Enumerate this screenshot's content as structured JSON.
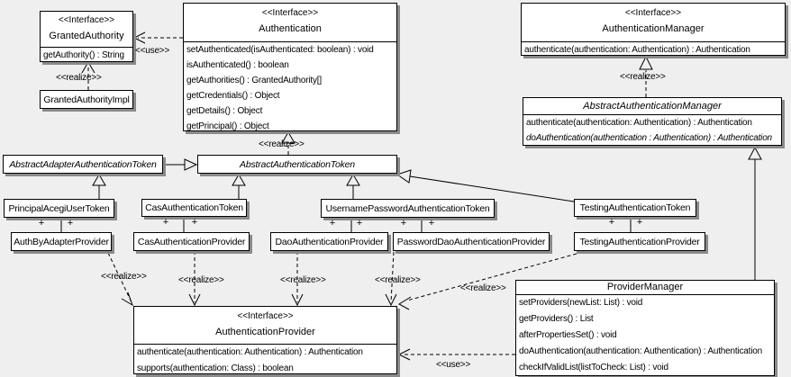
{
  "labels": {
    "interface": "<<Interface>>",
    "realize": "<<realize>>",
    "use": "<<use>>",
    "plus": "+"
  },
  "classes": {
    "granted_authority": {
      "name": "GrantedAuthority",
      "methods": [
        "getAuthority() : String"
      ]
    },
    "granted_authority_impl": {
      "name": "GrantedAuthorityImpl"
    },
    "authentication": {
      "name": "Authentication",
      "methods": [
        "setAuthenticated(isAuthenticated: boolean) : void",
        "isAuthenticated() : boolean",
        "getAuthorities() : GrantedAuthority[]",
        "getCredentials() : Object",
        "getDetails() : Object",
        "getPrincipal() : Object"
      ]
    },
    "authentication_manager": {
      "name": "AuthenticationManager",
      "methods": [
        "authenticate(authentication: Authentication) : Authentication"
      ]
    },
    "abstract_authentication_manager": {
      "name": "AbstractAuthenticationManager",
      "methods": [
        "authenticate(authentication: Authentication) : Authentication",
        "doAuthentication(authentication : Authentication) : Authentication"
      ]
    },
    "abstract_adapter_authentication_token": {
      "name": "AbstractAdapterAuthenticationToken"
    },
    "abstract_authentication_token": {
      "name": "AbstractAuthenticationToken"
    },
    "principal_acegi_user_token": {
      "name": "PrincipalAcegiUserToken"
    },
    "cas_authentication_token": {
      "name": "CasAuthenticationToken"
    },
    "username_password_authentication_token": {
      "name": "UsernamePasswordAuthenticationToken"
    },
    "testing_authentication_token": {
      "name": "TestingAuthenticationToken"
    },
    "auth_by_adapter_provider": {
      "name": "AuthByAdapterProvider"
    },
    "cas_authentication_provider": {
      "name": "CasAuthenticationProvider"
    },
    "dao_authentication_provider": {
      "name": "DaoAuthenticationProvider"
    },
    "password_dao_authentication_provider": {
      "name": "PasswordDaoAuthenticationProvider"
    },
    "testing_authentication_provider": {
      "name": "TestingAuthenticationProvider"
    },
    "authentication_provider": {
      "name": "AuthenticationProvider",
      "methods": [
        "authenticate(authentication: Authentication) : Authentication",
        "supports(authentication: Class) : boolean"
      ]
    },
    "provider_manager": {
      "name": "ProviderManager",
      "methods": [
        "setProviders(newList: List) : void",
        "getProviders() : List",
        "afterPropertiesSet() : void",
        "doAuthentication(authentication: Authentication) : Authentication",
        "checkIfValidList(listToCheck: List) : void"
      ]
    }
  }
}
